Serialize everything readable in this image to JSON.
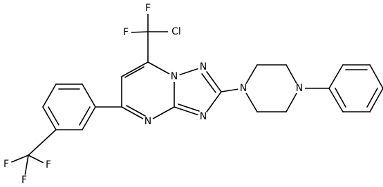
{
  "atoms": {
    "f_top1": "F",
    "f_top2": "F",
    "cl_top": "Cl",
    "n_junction": "N",
    "n_triazole_top": "N",
    "n_triazole_bottom": "N",
    "n_pyrimidine": "N",
    "n_piperazine_left": "N",
    "n_piperazine_right": "N",
    "f_cf3_1": "F",
    "f_cf3_2": "F",
    "f_cf3_3": "F"
  }
}
